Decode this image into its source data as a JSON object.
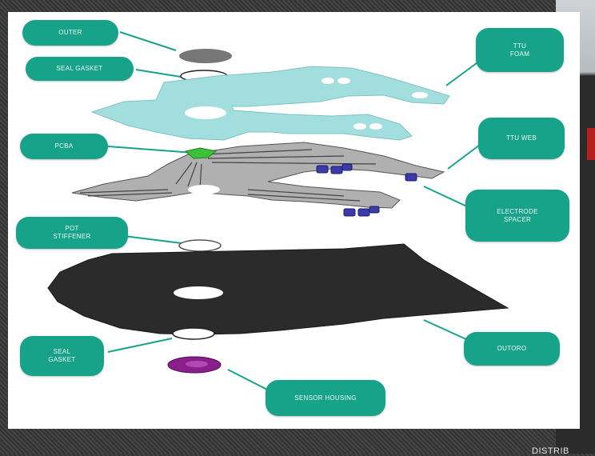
{
  "callouts": {
    "outer": "OUTER",
    "seal_gasket_top": "SEAL GASKET",
    "pcba": "PCBA",
    "pot_stiffener": "POT\nSTIFFENER",
    "seal_gasket_bottom": "SEAL\nGASKET",
    "sensor_housing": "SENSOR HOUSING",
    "ttu_foam": "TTU\nFOAM",
    "ttu_web": "TTU WEB",
    "electrode_spacer": "ELECTRODE\nSPACER",
    "outer_right": "OUTORO"
  },
  "footer": {
    "text": "DISTRIB"
  },
  "colors": {
    "callout": "#17a389",
    "foam": "#9fdcdc",
    "web": "#a9a9a9",
    "base": "#2b2b2b",
    "pcba": "#3cc23a",
    "connector": "#3a3aa8",
    "sensor": "#8a1f8c"
  }
}
